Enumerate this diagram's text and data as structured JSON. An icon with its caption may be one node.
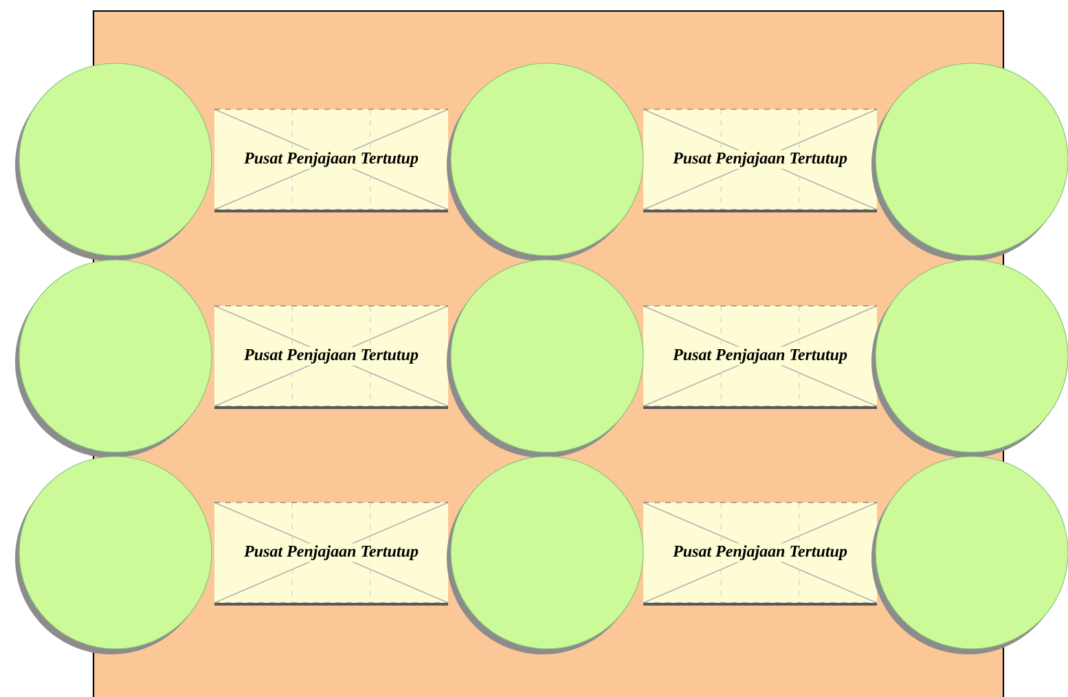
{
  "diagram": {
    "nodes": [
      {
        "text": [],
        "shape": "circle"
      },
      {
        "text": [
          "Pusat Penjajaan Tertutup"
        ]
      },
      {
        "text": [],
        "shape": "circle"
      },
      {
        "text": [
          "Pusat Penjajaan Tertutup"
        ]
      },
      {
        "text": [],
        "shape": "circle"
      },
      {
        "text": [],
        "shape": "circle"
      },
      {
        "text": [
          "Pusat Penjajaan Tertutup"
        ]
      },
      {
        "text": [],
        "shape": "circle"
      },
      {
        "text": [
          "Pusat Penjajaan Tertutup"
        ]
      },
      {
        "text": [],
        "shape": "circle"
      },
      {
        "text": [],
        "shape": "circle"
      },
      {
        "text": [
          "Pusat Penjajaan Tertutup"
        ]
      },
      {
        "text": [],
        "shape": "circle"
      },
      {
        "text": [
          "Pusat Penjajaan Tertutup"
        ]
      },
      {
        "text": [],
        "shape": "circle"
      }
    ]
  }
}
